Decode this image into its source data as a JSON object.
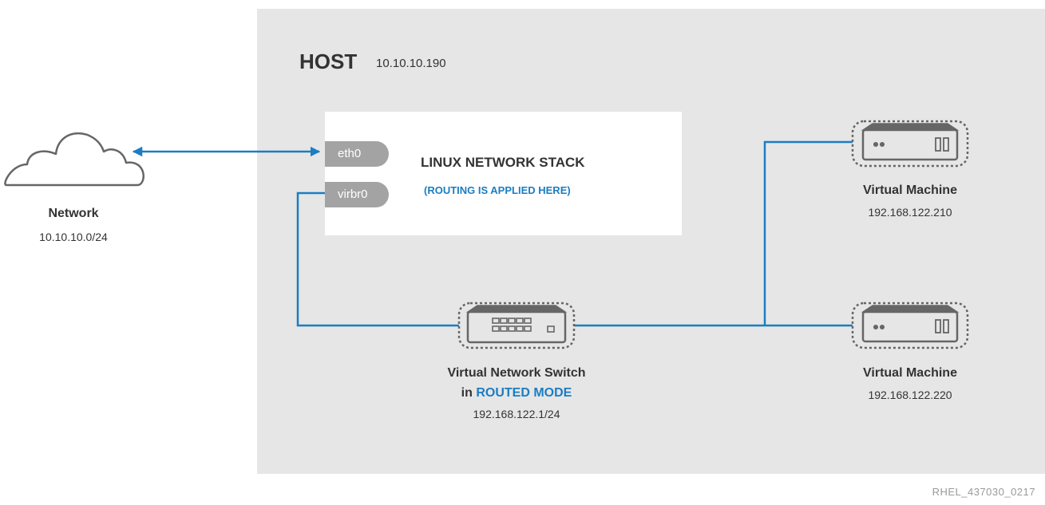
{
  "host": {
    "title": "HOST",
    "ip": "10.10.10.190"
  },
  "network": {
    "label": "Network",
    "ip": "10.10.10.0/24"
  },
  "stack": {
    "title": "LINUX NETWORK STACK",
    "subtitle": "(ROUTING IS APPLIED HERE)",
    "ports": [
      "eth0",
      "virbr0"
    ]
  },
  "switch": {
    "label_line1": "Virtual Network Switch",
    "label_prefix": "in ",
    "label_mode": "ROUTED MODE",
    "ip": "192.168.122.1/24"
  },
  "vms": [
    {
      "label": "Virtual Machine",
      "ip": "192.168.122.210"
    },
    {
      "label": "Virtual Machine",
      "ip": "192.168.122.220"
    }
  ],
  "footer": "RHEL_437030_0217",
  "colors": {
    "accent": "#1b7dc2",
    "host_bg": "#e6e6e6",
    "port_bg": "#a3a3a3",
    "icon": "#666666"
  },
  "icons": [
    "cloud-icon",
    "network-switch-icon",
    "server-icon"
  ]
}
